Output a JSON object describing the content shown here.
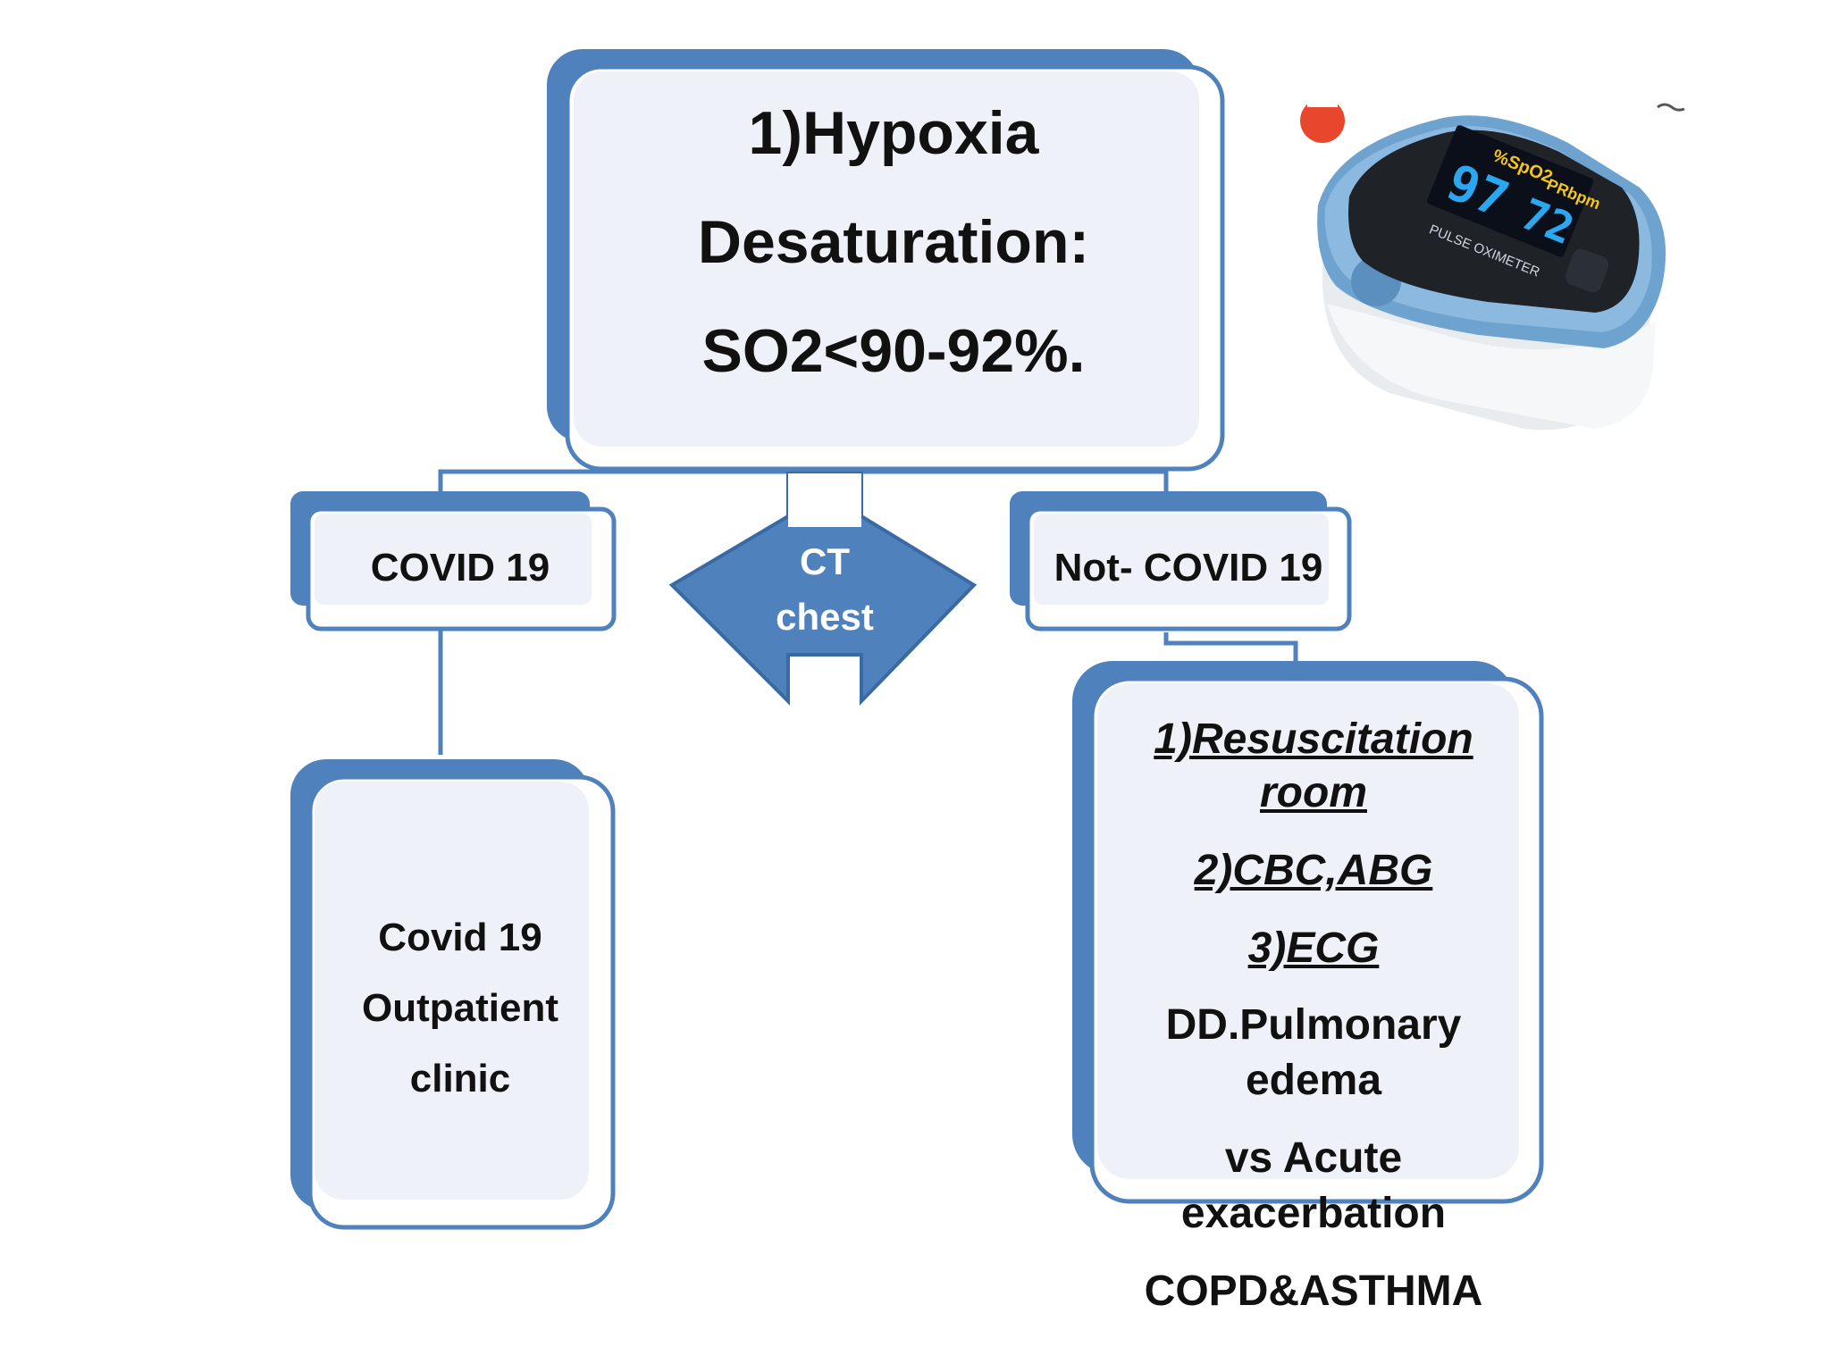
{
  "colors": {
    "accent": "#4f81bd",
    "box_fill": "#eef2f8",
    "border": "#4f81bd",
    "text": "#111111",
    "arrow_text": "#ffffff"
  },
  "top_box": {
    "line1": "1)Hypoxia",
    "line2": "Desaturation:",
    "line3": "SO2<90-92%."
  },
  "left_box": {
    "label": "COVID 19"
  },
  "right_box": {
    "label": "Not- COVID 19"
  },
  "center_arrow": {
    "line1": "CT",
    "line2": "chest"
  },
  "left_bottom_box": {
    "line1": "Covid 19",
    "line2": "Outpatient",
    "line3": "clinic"
  },
  "right_bottom_box": {
    "item1_a": "1)Resuscitation",
    "item1_b": "room",
    "item2": "2)CBC,ABG",
    "item3": "3)ECG",
    "dd_a": "DD.Pulmonary",
    "dd_b": "edema",
    "dd_c": "vs Acute",
    "dd_d": "exacerbation",
    "dd_e": "COPD&ASTHMA"
  },
  "oximeter_image": {
    "icon": "pulse-oximeter-icon",
    "screen_label_spo2": "%SpO2",
    "screen_label_pr": "PRbpm",
    "spo2_value": "97",
    "pr_value": "72",
    "device_text": "PULSE OXIMETER"
  }
}
